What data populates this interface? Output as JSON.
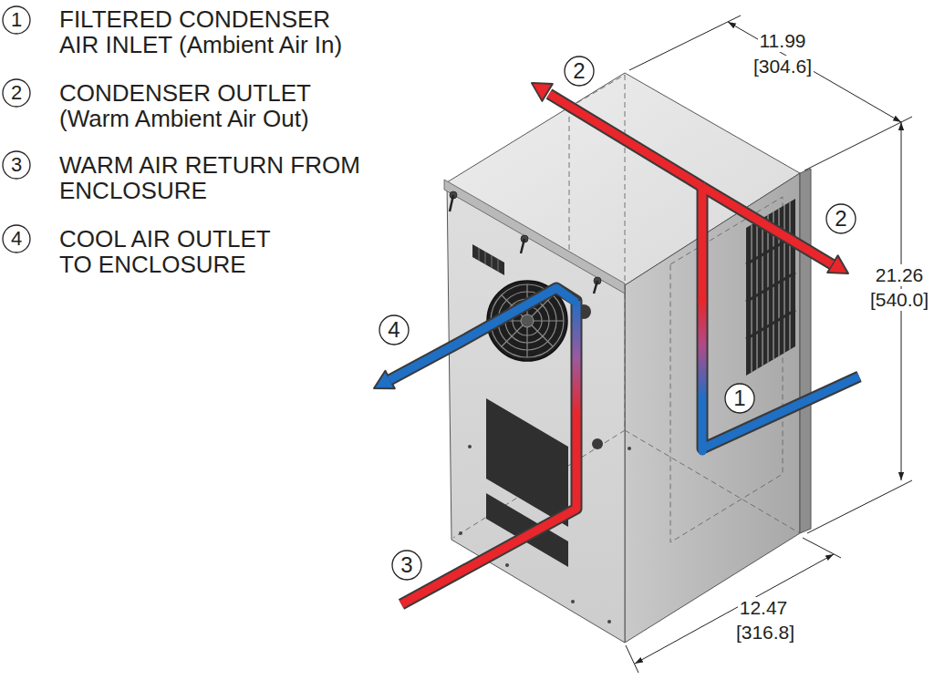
{
  "diagram": {
    "nodes": [
      {
        "text": [
          "1"
        ]
      },
      {
        "text": [
          "2"
        ]
      },
      {
        "text": [
          "3"
        ]
      },
      {
        "text": [
          "4"
        ]
      },
      {
        "text": [
          "2"
        ]
      },
      {
        "text": [
          "2"
        ]
      },
      {
        "text": [
          "4"
        ]
      },
      {
        "text": [
          "1"
        ]
      },
      {
        "text": [
          "3"
        ]
      }
    ],
    "labels": [
      "FILTERED CONDENSER AIR INLET (Ambient Air In)",
      "CONDENSER OUTLET (Warm Ambient Air Out)",
      "WARM AIR RETURN FROM ENCLOSURE",
      "COOL AIR OUTLET TO ENCLOSURE",
      "11.99",
      "[304.6]",
      "21.26",
      "[540.0]",
      "12.47",
      "[316.8]"
    ]
  }
}
